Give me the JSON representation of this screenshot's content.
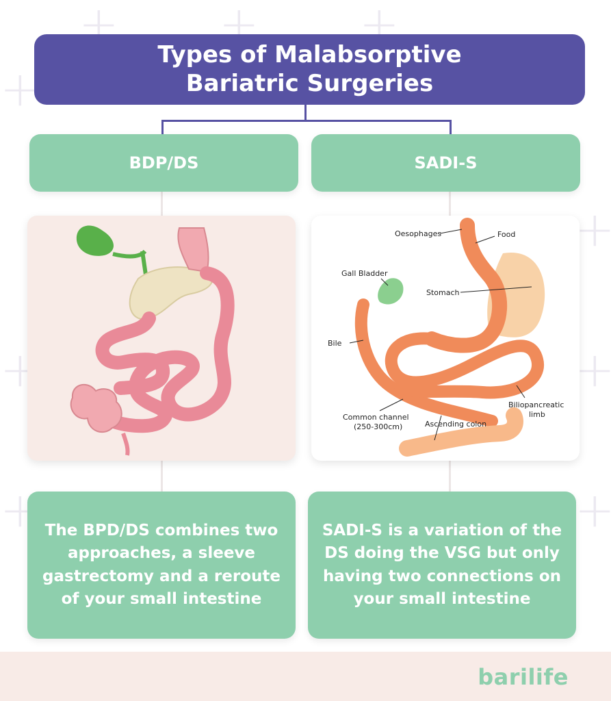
{
  "title": {
    "line1": "Types of Malabsorptive",
    "line2": "Bariatric Surgeries"
  },
  "left": {
    "tag": "BDP/DS",
    "description": "The BPD/DS combines two approaches, a sleeve gastrectomy and a reroute of your small intestine"
  },
  "right": {
    "tag": "SADI-S",
    "description": "SADI-S is a variation of the DS doing the VSG but only having two connections on your small intestine",
    "labels": {
      "oesophages": "Oesophages",
      "food": "Food",
      "gall_bladder": "Gall Bladder",
      "stomach": "Stomach",
      "bile": "Bile",
      "biliopancreatic_1": "Biliopancreatic",
      "biliopancreatic_2": "limb",
      "common_channel_1": "Common channel",
      "common_channel_2": "(250-300cm)",
      "ascending_colon": "Ascending colon"
    }
  },
  "logo": "barilife",
  "colors": {
    "title_bg": "#5752a3",
    "green": "#8ecfad",
    "footer_bg": "#f8ebe7"
  }
}
